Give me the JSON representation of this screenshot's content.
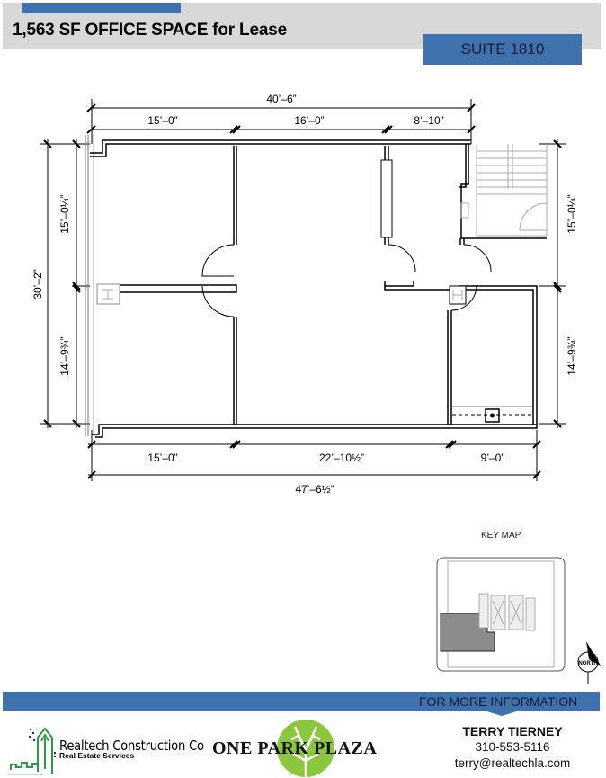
{
  "header": {
    "title": "1,563 SF OFFICE SPACE for Lease",
    "suite": "SUITE 1810",
    "band_color": "#d8d8d8",
    "accent_color": "#3f72ad"
  },
  "floor_plan": {
    "dimensions_top": {
      "overall": "40’–6”",
      "segments": [
        "15’–0”",
        "16’–0”",
        "8’–10”"
      ]
    },
    "dimensions_bottom": {
      "overall": "47’–6½”",
      "segments": [
        "15’–0”",
        "22’–10½”",
        "9’–0”"
      ]
    },
    "dimensions_left": {
      "overall": "30’–2”",
      "segments": [
        "15’–0¼”",
        "14’–9¾”"
      ]
    },
    "dimensions_right": {
      "segments": [
        "15’–0¼”",
        "14’–9¾”"
      ]
    }
  },
  "key_map": {
    "label": "KEY MAP",
    "north_label": "NORTH",
    "highlight_color": "#8c8c8c"
  },
  "footer": {
    "info_label": "FOR MORE INFORMATION",
    "company_name": "Realtech Construction Co",
    "company_subtitle": "Real Estate Services",
    "building_logo_text": "ONE PARK PLAZA",
    "contact": {
      "name": "TERRY TIERNEY",
      "phone": "310-553-5116",
      "email": "terry@realtechla.com"
    },
    "logo_green": "#2e9a48",
    "park_green": "#8cc63f"
  }
}
